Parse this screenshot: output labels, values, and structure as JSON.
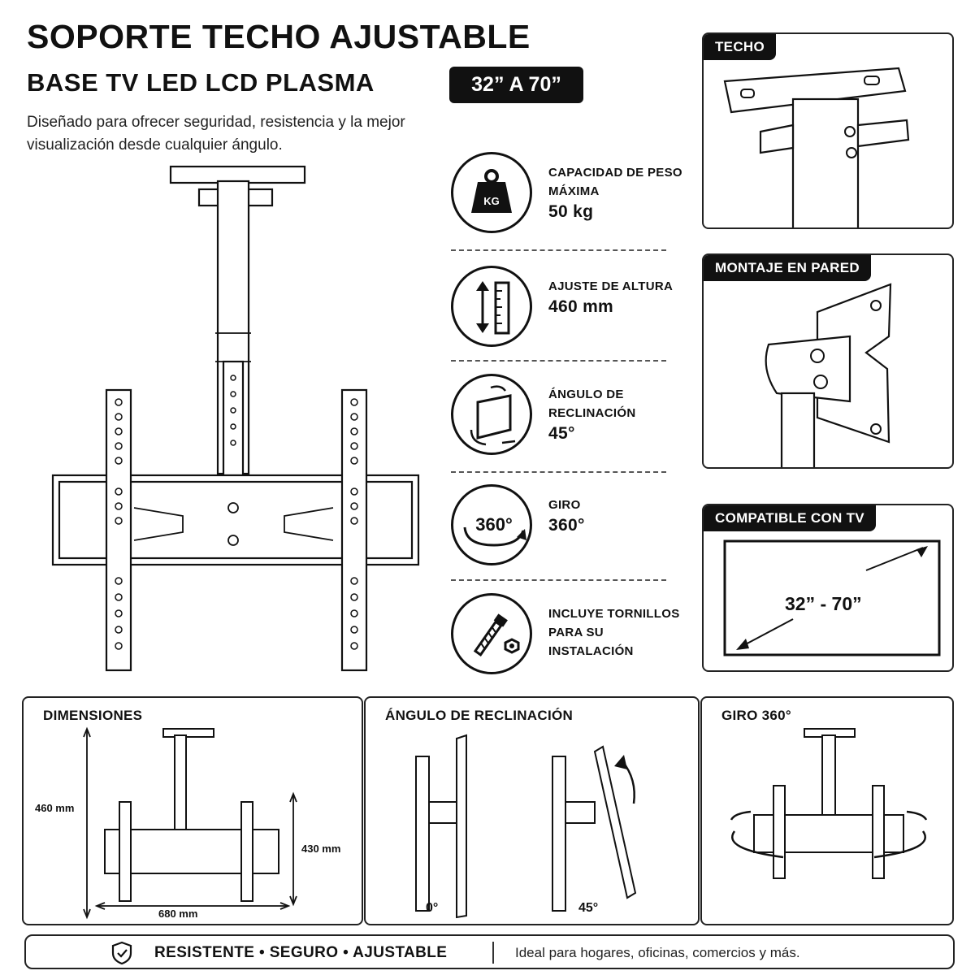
{
  "header": {
    "title": "SOPORTE TECHO AJUSTABLE",
    "subtitle": "BASE TV LED LCD PLASMA",
    "size_badge": "32” A 70”",
    "description": "Diseñado para ofrecer seguridad, resistencia y la mejor visualización desde cualquier ángulo."
  },
  "features": [
    {
      "icon": "weight-kg-icon",
      "icon_text": "KG",
      "label": "CAPACIDAD DE PESO MÁXIMA",
      "value": "50 kg"
    },
    {
      "icon": "height-ruler-icon",
      "label": "AJUSTE DE ALTURA",
      "value": "460 mm"
    },
    {
      "icon": "tilt-angle-icon",
      "label": "ÁNGULO DE RECLINACIÓN",
      "value": "45°"
    },
    {
      "icon": "rotation-360-icon",
      "icon_text": "360°",
      "label": "GIRO",
      "value": "360°"
    },
    {
      "icon": "screw-nut-icon",
      "label": "INCLUYE TORNILLOS PARA SU INSTALACIÓN",
      "value": ""
    }
  ],
  "panels": {
    "ceiling": {
      "tag": "TECHO"
    },
    "wall": {
      "tag": "MONTAJE EN PARED"
    },
    "tv": {
      "tag": "COMPATIBLE CON TV",
      "range": "32” - 70”"
    }
  },
  "bottom": {
    "dimensions": {
      "title": "DIMENSIONES",
      "height": "460 mm",
      "frame_height": "430 mm",
      "width": "680 mm"
    },
    "tilt": {
      "title": "ÁNGULO DE RECLINACIÓN",
      "angle_min": "0°",
      "angle_max": "45°"
    },
    "rotation": {
      "title": "GIRO 360°"
    }
  },
  "footer": {
    "icon": "shield-check-icon",
    "tagline": "RESISTENTE  •  SEGURO  •  AJUSTABLE",
    "note": "Ideal para hogares, oficinas, comercios y más."
  }
}
